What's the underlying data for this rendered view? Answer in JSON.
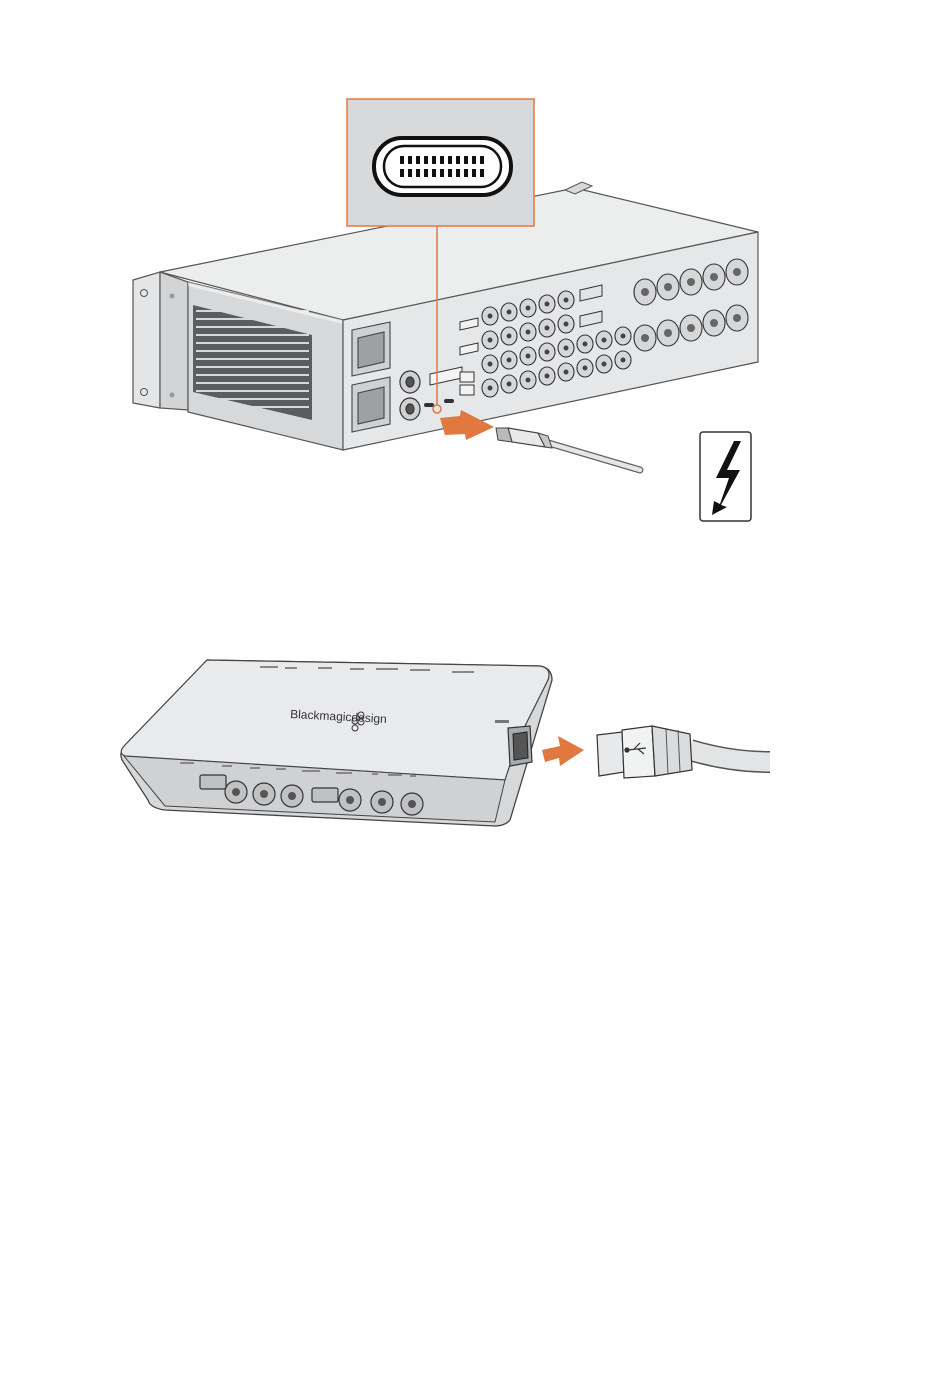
{
  "figures": [
    {
      "id": "thunderbolt-connection",
      "callout": "usb-c-connector-closeup",
      "symbol": "thunderbolt-icon"
    },
    {
      "id": "usb-connection",
      "device_brand": "Blackmagicdesign",
      "symbol": "usb-icon"
    }
  ],
  "colors": {
    "accent": "#e07840",
    "device_body": "#d4d6d8",
    "device_panel": "#e9eaeb",
    "outline": "#4a4a4a"
  }
}
